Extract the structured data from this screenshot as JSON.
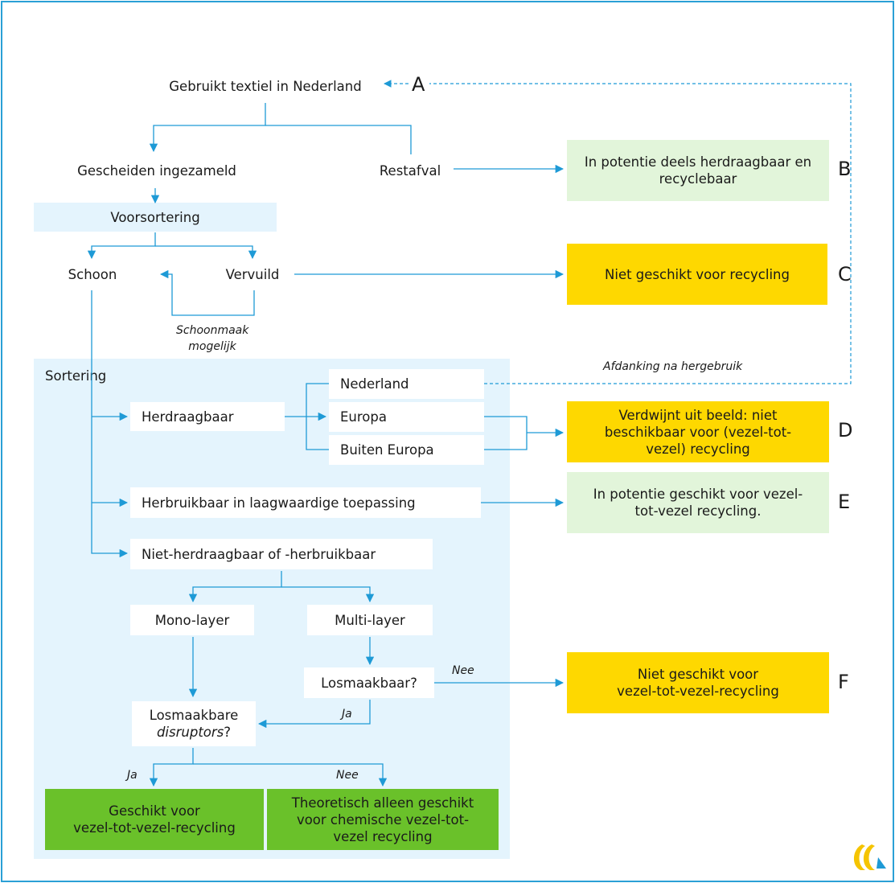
{
  "nodes": {
    "gebruikt": "Gebruikt textiel in Nederland",
    "gescheiden": "Gescheiden ingezameld",
    "restafval": "Restafval",
    "voorsortering": "Voorsortering",
    "schoon": "Schoon",
    "vervuild": "Vervuild",
    "sortering": "Sortering",
    "herdraagbaar": "Herdraagbaar",
    "nederland": "Nederland",
    "europa": "Europa",
    "buiten_europa": "Buiten Europa",
    "herbruikbaar": "Herbruikbaar in laagwaardige toepassing",
    "niet_herdraagbaar": "Niet-herdraagbaar of -herbruikbaar",
    "mono": "Mono-layer",
    "multi": "Multi-layer",
    "losmaakbaar": "Losmaakbaar?",
    "losmaakbare_1": "Losmaakbare",
    "losmaakbare_2": "disruptors",
    "losmaakbare_3": "?",
    "geschikt_1": "Geschikt voor",
    "geschikt_2": "vezel-tot-vezel-recycling",
    "theoretisch_1": "Theoretisch alleen geschikt",
    "theoretisch_2": "voor chemische vezel-tot-",
    "theoretisch_3": "vezel recycling"
  },
  "outcomes": {
    "B_1": "In potentie deels herdraagbaar en",
    "B_2": "recyclebaar",
    "C": "Niet geschikt voor recycling",
    "D_1": "Verdwijnt uit beeld: niet",
    "D_2": "beschikbaar voor (vezel-tot-",
    "D_3": "vezel) recycling",
    "E_1": "In potentie geschikt voor vezel-",
    "E_2": "tot-vezel recycling.",
    "F_1": "Niet geschikt voor",
    "F_2": "vezel-tot-vezel-recycling"
  },
  "letters": {
    "A": "A",
    "B": "B",
    "C": "C",
    "D": "D",
    "E": "E",
    "F": "F"
  },
  "edge_labels": {
    "schoonmaak_1": "Schoonmaak",
    "schoonmaak_2": "mogelijk",
    "afdanking": "Afdanking na hergebruik",
    "nee_1": "Nee",
    "ja_1": "Ja",
    "ja_2": "Ja",
    "nee_2": "Nee"
  },
  "colors": {
    "frame": "#2aa0d6",
    "arrow": "#1e9ad6",
    "light_blue": "#e4f4fd",
    "light_green": "#e2f5da",
    "yellow": "#fed800",
    "green": "#6ac12a",
    "logo_yellow": "#f5c400",
    "logo_blue": "#1e9ad6"
  },
  "logo_icon": "logo-icon"
}
